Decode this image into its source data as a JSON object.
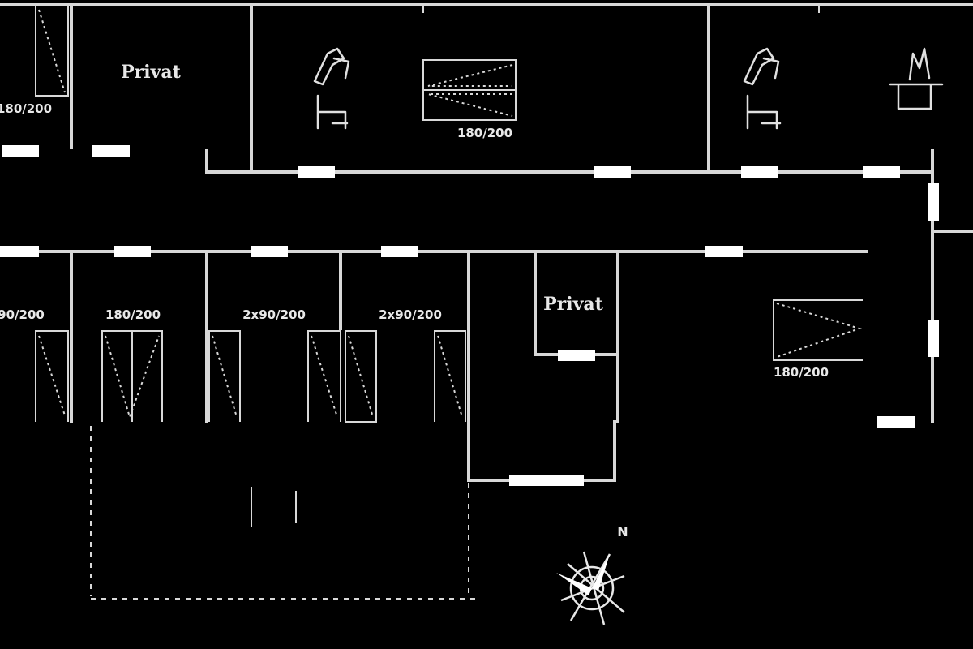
{
  "rooms": {
    "private_top": "Privat",
    "private_mid": "Privat"
  },
  "beds": {
    "top_left_clipped": "180/200",
    "top_center": "180/200",
    "row_1": "90/200",
    "row_2": "180/200",
    "row_3": "2x90/200",
    "row_4": "2x90/200",
    "right_mid": "180/200"
  },
  "compass": {
    "north": "N"
  },
  "colors": {
    "background": "#000000",
    "lines": "#d8d8d8",
    "doors": "#ffffff"
  }
}
